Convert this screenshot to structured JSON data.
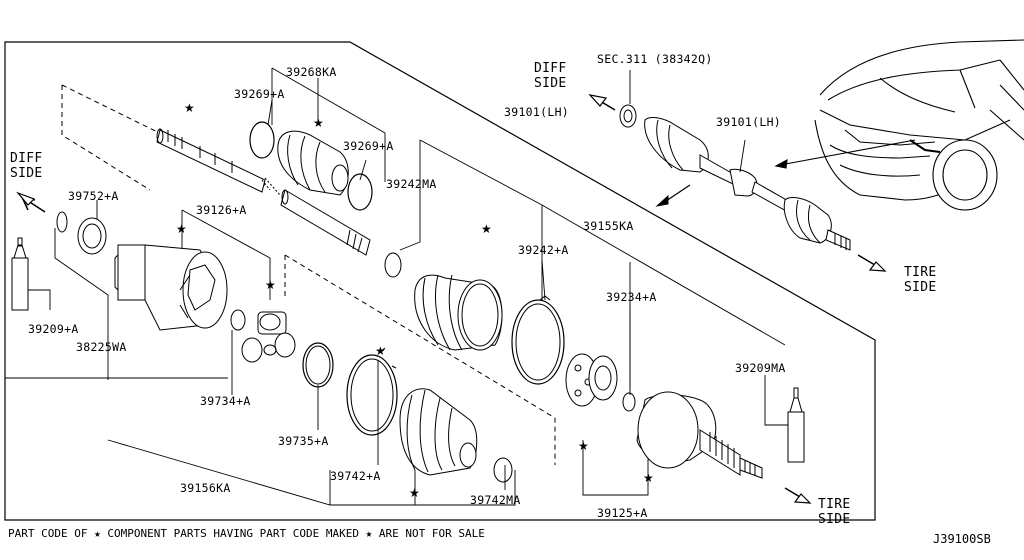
{
  "diagram_id": "J39100SB",
  "footer": {
    "part_a": "PART CODE OF",
    "part_b": "COMPONENT PARTS HAVING PART CODE MAKED",
    "part_c": "ARE NOT FOR SALE",
    "star": "★"
  },
  "direction_labels": {
    "diff_left": [
      "DIFF",
      "SIDE"
    ],
    "diff_right": [
      "DIFF",
      "SIDE"
    ],
    "tire_upper": [
      "TIRE",
      "SIDE"
    ],
    "tire_lower": [
      "TIRE",
      "SIDE"
    ]
  },
  "callouts": {
    "p39268KA": "39268KA",
    "p39269A_1": "39269+A",
    "p39269A_2": "39269+A",
    "p39242MA": "39242MA",
    "p39101LH_main": "39101(LH)",
    "p39101LH_inset": "39101(LH)",
    "p39126A": "39126+A",
    "p39752A": "39752+A",
    "p39209A": "39209+A",
    "p38225WA": "38225WA",
    "p39734A": "39734+A",
    "p39735A": "39735+A",
    "p39742A": "39742+A",
    "p39156KA": "39156KA",
    "p39742MA": "39742MA",
    "p39242A": "39242+A",
    "p39155KA": "39155KA",
    "p39234A": "39234+A",
    "p39209MA": "39209MA",
    "p39125A": "39125+A",
    "sec311": "SEC.311 (38342Q)"
  }
}
